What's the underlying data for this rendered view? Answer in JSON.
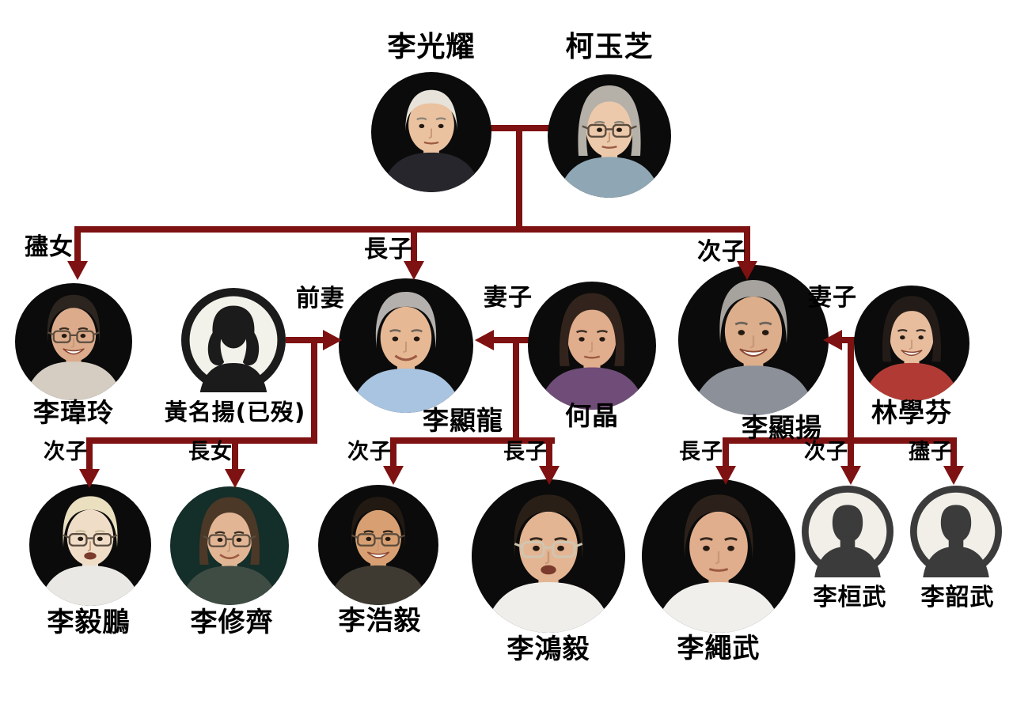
{
  "colors": {
    "line": "#7e1111",
    "text": "#000000",
    "background": "#ffffff"
  },
  "people": {
    "lee_kuan_yew": {
      "name": "李光耀",
      "avatar": {
        "type": "photo",
        "skin": "#eac2a0",
        "hair": "#e7e3da",
        "hair_style": "bald",
        "shirt": "#26262c",
        "glasses": false,
        "mouth": "neutral",
        "brow": "#8a8378"
      }
    },
    "kwa_geok_choo": {
      "name": "柯玉芝",
      "avatar": {
        "type": "photo",
        "skin": "#ecc9ab",
        "hair": "#b5b0a8",
        "hair_style": "bob",
        "shirt": "#8fa6b4",
        "glasses": true,
        "mouth": "neutral",
        "brow": "#8a8378"
      }
    },
    "lee_wei_ling": {
      "name": "李瑋玲",
      "branch_label": "孻女",
      "avatar": {
        "type": "photo",
        "skin": "#dcab8b",
        "hair": "#2c241e",
        "hair_style": "full",
        "shirt": "#d5cdc2",
        "glasses": true,
        "mouth": "grin",
        "brow": "#3a2e24"
      }
    },
    "wong_ming_yang": {
      "name": "黃名揚(已歿)",
      "spouse_label": "前妻",
      "avatar": {
        "type": "female-silhouette",
        "ring": "#1b1b1b",
        "bg": "#f3f2ea",
        "fg": "#1b1b1b"
      }
    },
    "lee_hsien_loong": {
      "name": "李顯龍",
      "branch_label": "長子",
      "avatar": {
        "type": "photo",
        "skin": "#e7b894",
        "hair": "#b3b0ad",
        "hair_style": "full",
        "shirt": "#a9c4e0",
        "glasses": false,
        "mouth": "smile",
        "brow": "#6e665c"
      }
    },
    "ho_ching": {
      "name": "何晶",
      "spouse_label": "妻子",
      "avatar": {
        "type": "photo",
        "skin": "#e0ad8d",
        "hair": "#32241c",
        "hair_style": "bob",
        "shirt": "#6f4d78",
        "glasses": false,
        "mouth": "neutral",
        "brow": "#3a2e24"
      }
    },
    "lee_hsien_yang": {
      "name": "李顯揚",
      "branch_label": "次子",
      "avatar": {
        "type": "photo",
        "skin": "#ddae8c",
        "hair": "#a6a29d",
        "hair_style": "full",
        "shirt": "#8b9099",
        "glasses": false,
        "mouth": "grin",
        "brow": "#6e665c"
      }
    },
    "lim_suet_fern": {
      "name": "林學芬",
      "spouse_label": "妻子",
      "avatar": {
        "type": "photo",
        "skin": "#e8bd9e",
        "hair": "#221b17",
        "hair_style": "bob",
        "shirt": "#b13b34",
        "glasses": false,
        "mouth": "grin",
        "brow": "#352a20"
      }
    },
    "li_yipeng": {
      "name": "李毅鵬",
      "child_label": "次子",
      "avatar": {
        "type": "photo",
        "skin": "#f0ddc8",
        "hair": "#eadfbe",
        "hair_style": "full",
        "shirt": "#eae8e4",
        "glasses": true,
        "mouth": "open",
        "brow": "#cbbd9c"
      }
    },
    "li_xiuqi": {
      "name": "李修齊",
      "child_label": "長女",
      "avatar": {
        "type": "photo",
        "skin": "#e2b695",
        "hair": "#4c3827",
        "hair_style": "bob",
        "shirt": "#3f4c44",
        "bg": "#142e29",
        "glasses": true,
        "mouth": "smile",
        "brow": "#3a2e24"
      }
    },
    "li_haoyi": {
      "name": "李浩毅",
      "child_label": "次子",
      "avatar": {
        "type": "photo",
        "skin": "#d8a072",
        "hair": "#221a12",
        "hair_style": "full",
        "shirt": "#3e3a32",
        "glasses": true,
        "mouth": "grin",
        "brow": "#2a2016"
      }
    },
    "li_hongyi": {
      "name": "李鴻毅",
      "child_label": "長子",
      "avatar": {
        "type": "photo",
        "skin": "#e4b593",
        "hair": "#2a1f17",
        "hair_style": "full",
        "shirt": "#efeeeb",
        "glasses": "rimless",
        "mouth": "open",
        "brow": "#352a20"
      }
    },
    "li_shengwu": {
      "name": "李繩武",
      "child_label": "長子",
      "avatar": {
        "type": "photo",
        "skin": "#e1ae8d",
        "hair": "#2c211a",
        "hair_style": "full",
        "shirt": "#f0efec",
        "glasses": false,
        "mouth": "neutral",
        "brow": "#352a20"
      }
    },
    "li_huanwu": {
      "name": "李桓武",
      "child_label": "次子",
      "avatar": {
        "type": "male-silhouette",
        "ring": "#3b3b3b",
        "bg": "#f1efe8",
        "fg": "#3b3b3b"
      }
    },
    "li_shaowu": {
      "name": "李韶武",
      "child_label": "孻子",
      "avatar": {
        "type": "male-silhouette",
        "ring": "#3b3b3b",
        "bg": "#f1efe8",
        "fg": "#3b3b3b"
      }
    }
  }
}
